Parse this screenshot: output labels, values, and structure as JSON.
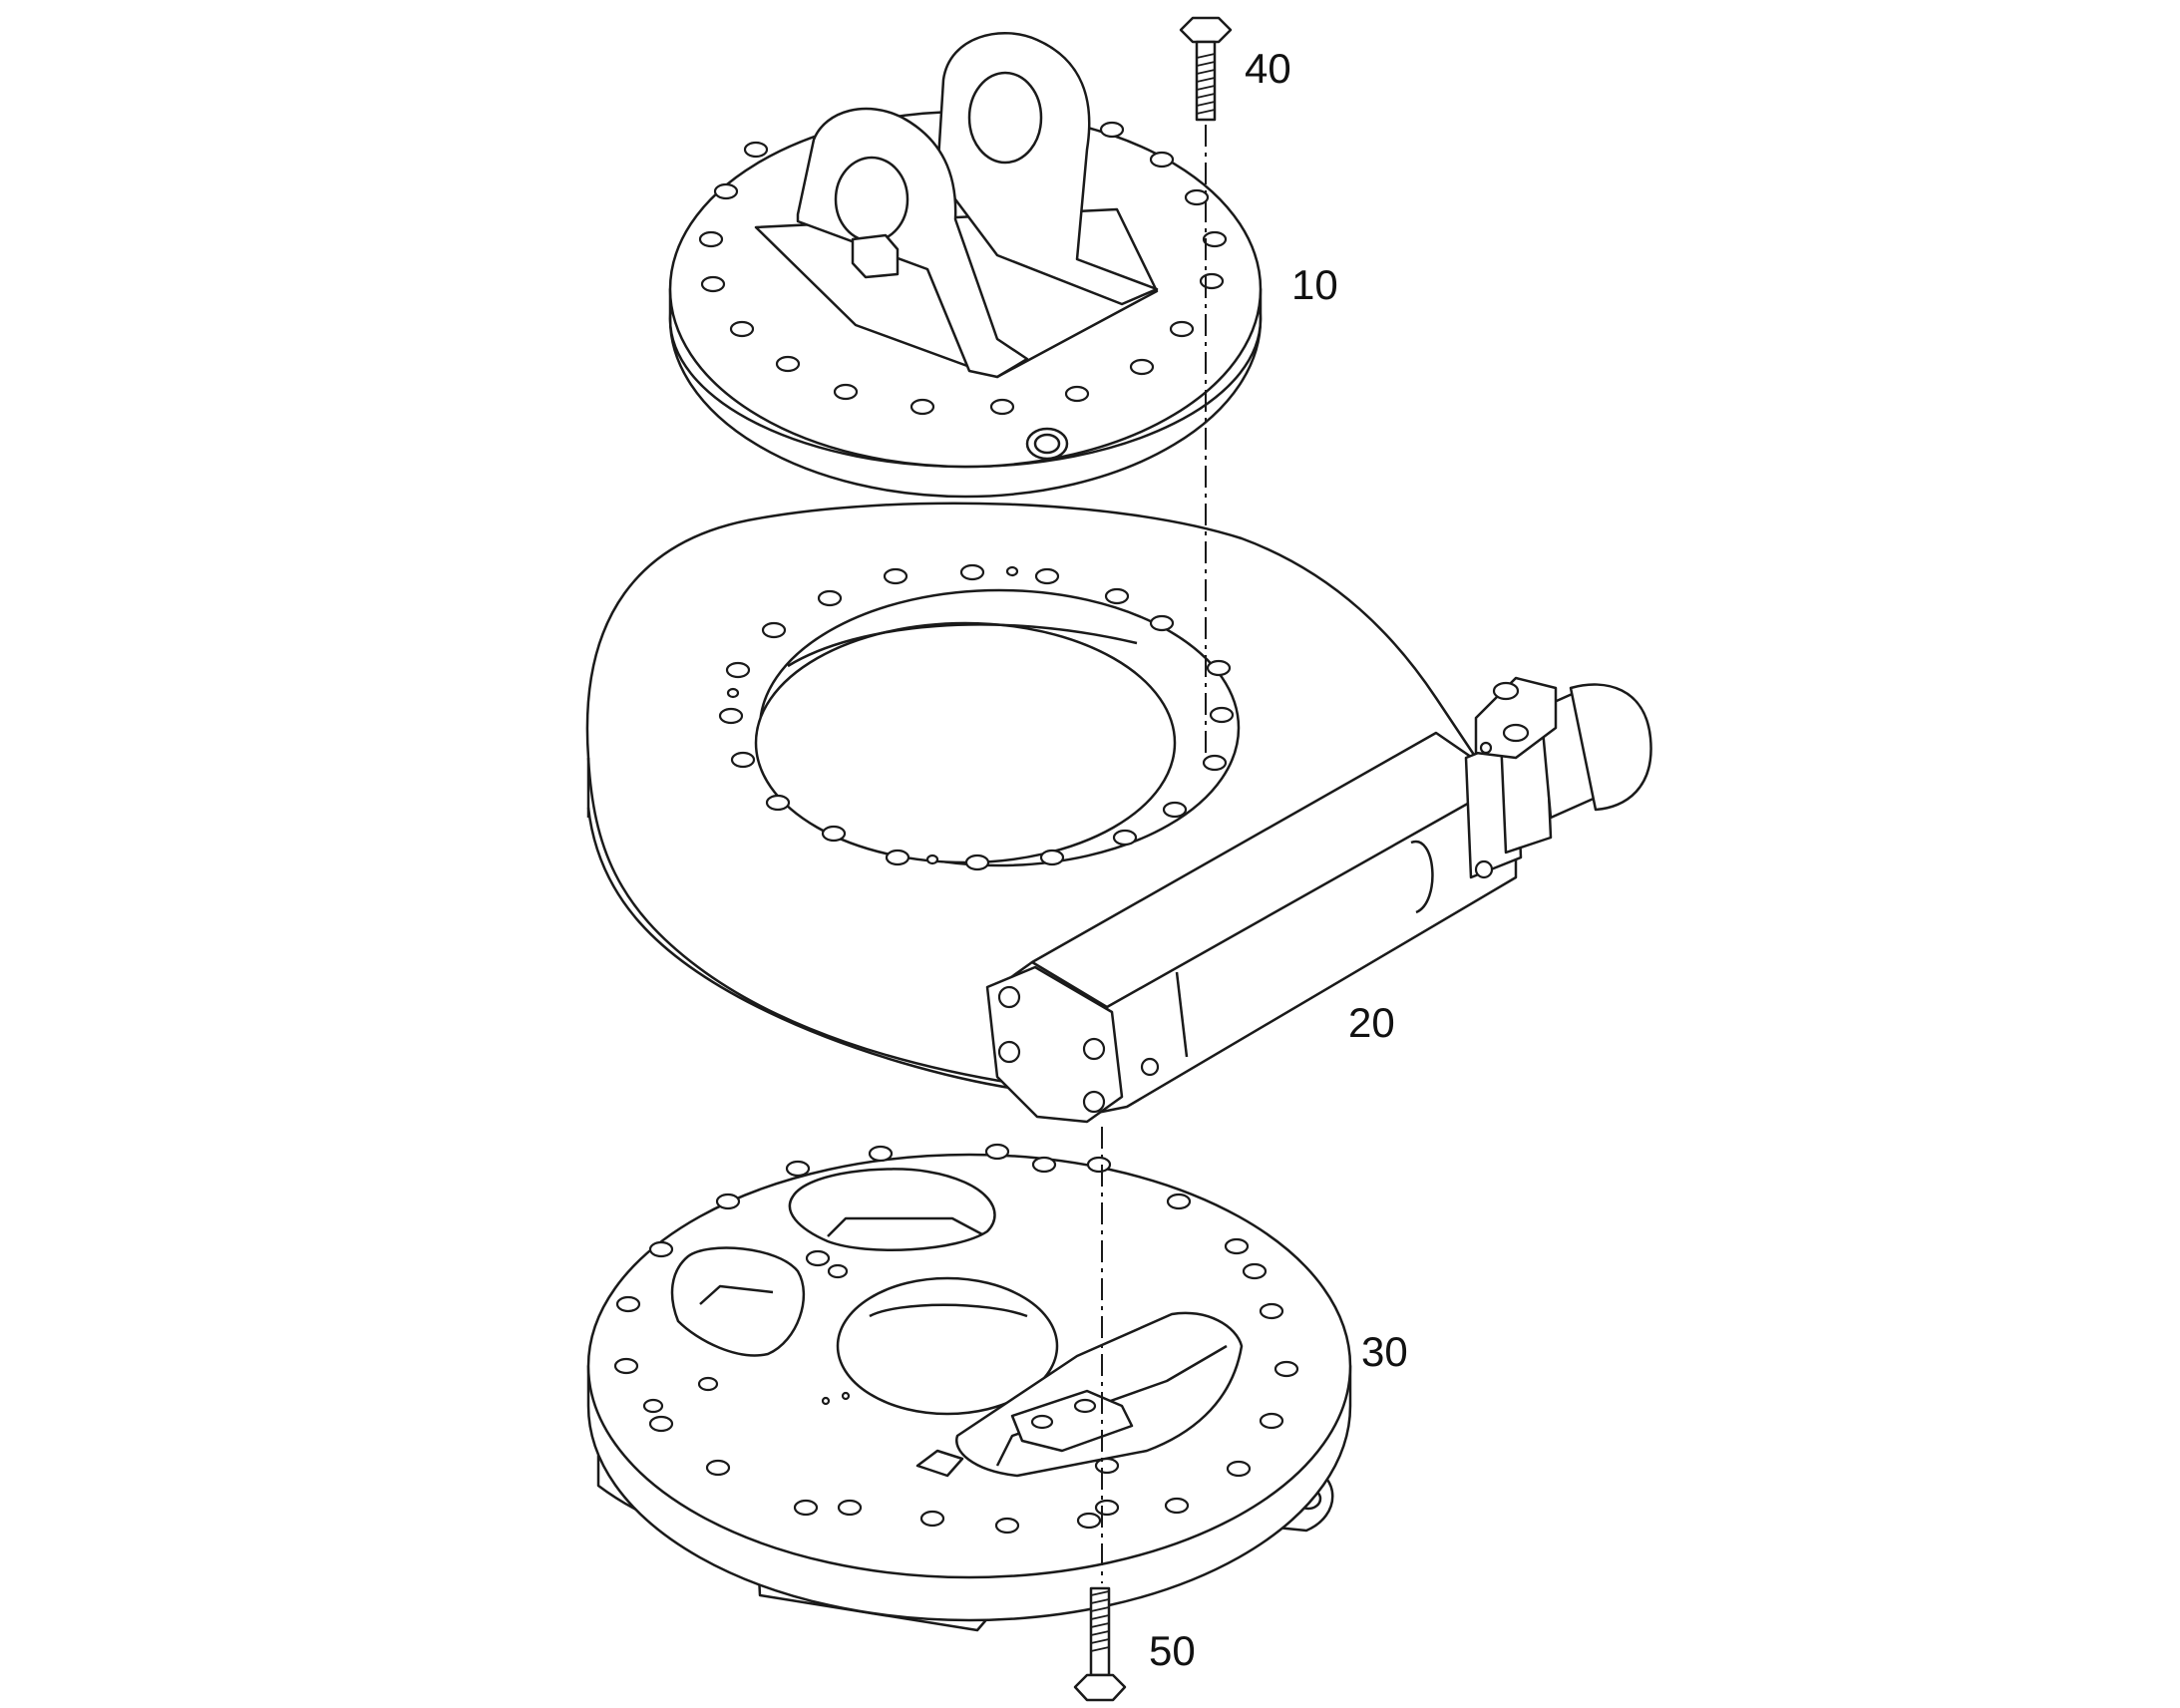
{
  "diagram": {
    "type": "exploded-assembly",
    "line_color": "#1a1a1a",
    "background": "#ffffff",
    "callouts": [
      {
        "id": "40",
        "text": "40"
      },
      {
        "id": "10",
        "text": "10"
      },
      {
        "id": "20",
        "text": "20"
      },
      {
        "id": "30",
        "text": "30"
      },
      {
        "id": "50",
        "text": "50"
      }
    ]
  }
}
